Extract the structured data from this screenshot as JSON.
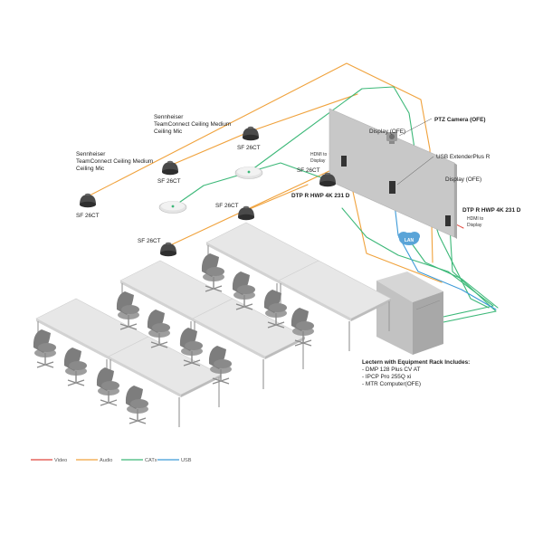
{
  "labels": {
    "mic_left": [
      "Sennheiser",
      "TeamConnect Ceiling Medium",
      "Ceiling Mic"
    ],
    "mic_right": [
      "Sennheiser",
      "TeamConnect Ceiling Medium",
      "Ceiling Mic"
    ],
    "speaker_1": "SF 26CT",
    "speaker_2": "SF 26CT",
    "speaker_3": "SF 26CT",
    "speaker_4": "SF 26CT",
    "speaker_5": "SF 26CT",
    "speaker_6": "SF 26CT",
    "display_left": "Display (OFE)",
    "display_right": "Display (OFE)",
    "ptz_camera": "PTZ Camera (OFE)",
    "usb_extender": "USB ExtenderPlus R",
    "hdmi_left": [
      "HDMI to",
      "Display"
    ],
    "hdmi_right": [
      "HDMI to",
      "Display"
    ],
    "dtp_left": "DTP R HWP 4K 231 D",
    "dtp_right": "DTP R HWP 4K 231 D",
    "lan": "LAN",
    "lectern": [
      "Lectern with Equipment Rack Includes:",
      "- DMP 128 Plus CV AT",
      "- IPCP Pro 255Q xi",
      "- MTR Computer(OFE)"
    ]
  },
  "legend": [
    {
      "label": "Video",
      "color": "#e0463c"
    },
    {
      "label": "Audio",
      "color": "#f0a23c"
    },
    {
      "label": "CATx",
      "color": "#3cb878"
    },
    {
      "label": "USB",
      "color": "#3c9ad8"
    }
  ]
}
